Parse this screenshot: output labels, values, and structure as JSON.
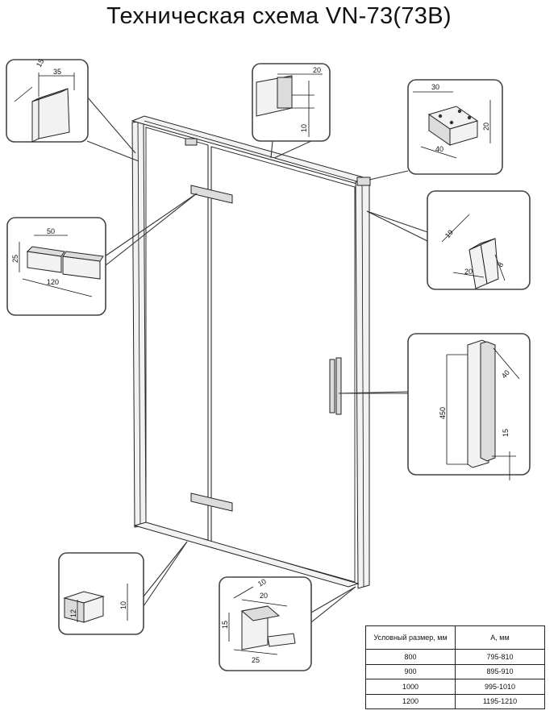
{
  "title": "Техническая схема VN-73(73В)",
  "dims": {
    "profile_top_left": [
      "15",
      "35"
    ],
    "rail_section": [
      "20",
      "10"
    ],
    "rail_end_cap": [
      "30",
      "20",
      "40"
    ],
    "hinge": [
      "50",
      "25",
      "120"
    ],
    "wall_profile_right": [
      "19",
      "20",
      "8"
    ],
    "handle": [
      "40",
      "450",
      "15"
    ],
    "bottom_profile": [
      "12",
      "10"
    ],
    "bottom_stopper": [
      "10",
      "20",
      "15",
      "25"
    ]
  },
  "table": {
    "headers": [
      "Условный размер, мм",
      "А, мм"
    ],
    "rows": [
      [
        "800",
        "795-810"
      ],
      [
        "900",
        "895-910"
      ],
      [
        "1000",
        "995-1010"
      ],
      [
        "1200",
        "1195-1210"
      ]
    ]
  }
}
